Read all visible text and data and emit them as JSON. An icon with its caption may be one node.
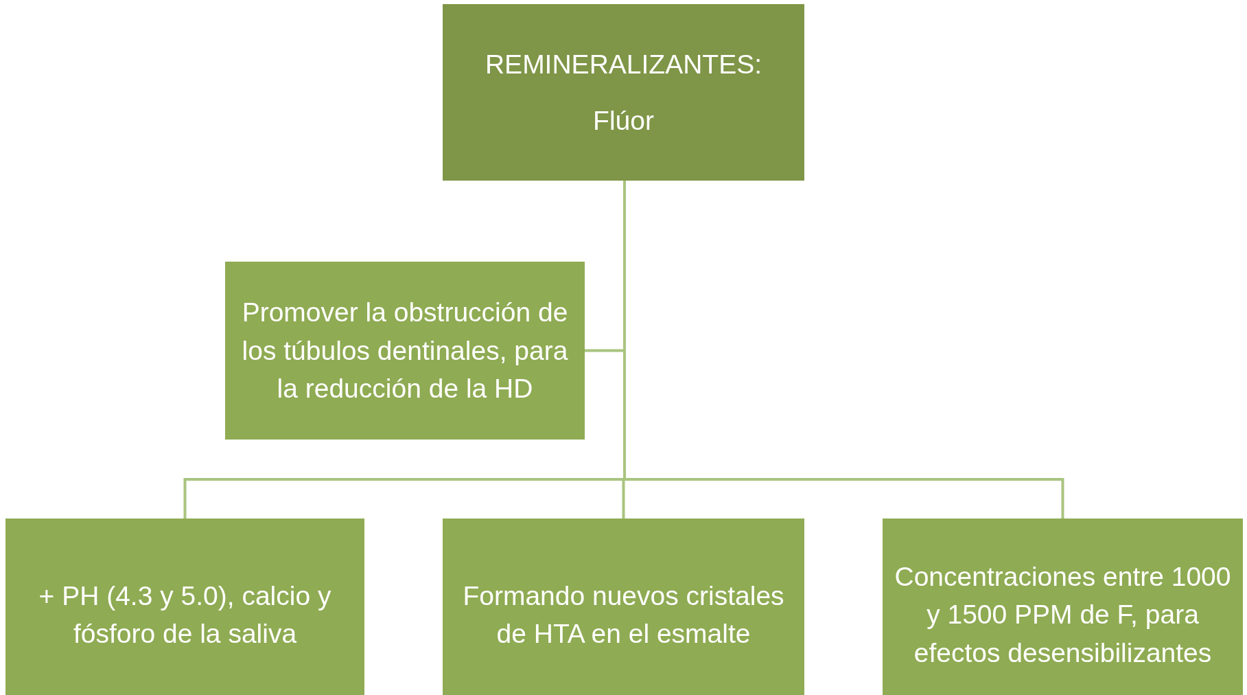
{
  "diagram": {
    "nodes": [
      {
        "text": [
          "REMINERALIZANTES:",
          "Flúor"
        ]
      },
      {
        "text": [
          "Promover la obstrucción de los túbulos dentinales, para la reducción de la HD"
        ]
      },
      {
        "text": [
          "+ PH (4.3 y 5.0), calcio y fósforo de la saliva"
        ]
      },
      {
        "text": [
          "Formando nuevos cristales de HTA en el esmalte"
        ]
      },
      {
        "text": [
          "Concentraciones entre 1000 y 1500 PPM de F, para efectos desensibilizantes"
        ]
      }
    ],
    "edges": [
      {
        "from": 0,
        "to": 1,
        "arrow": "none"
      },
      {
        "from": 0,
        "to": 2,
        "arrow": "none"
      },
      {
        "from": 0,
        "to": 3,
        "arrow": "none"
      },
      {
        "from": 0,
        "to": 4,
        "arrow": "none"
      }
    ]
  }
}
